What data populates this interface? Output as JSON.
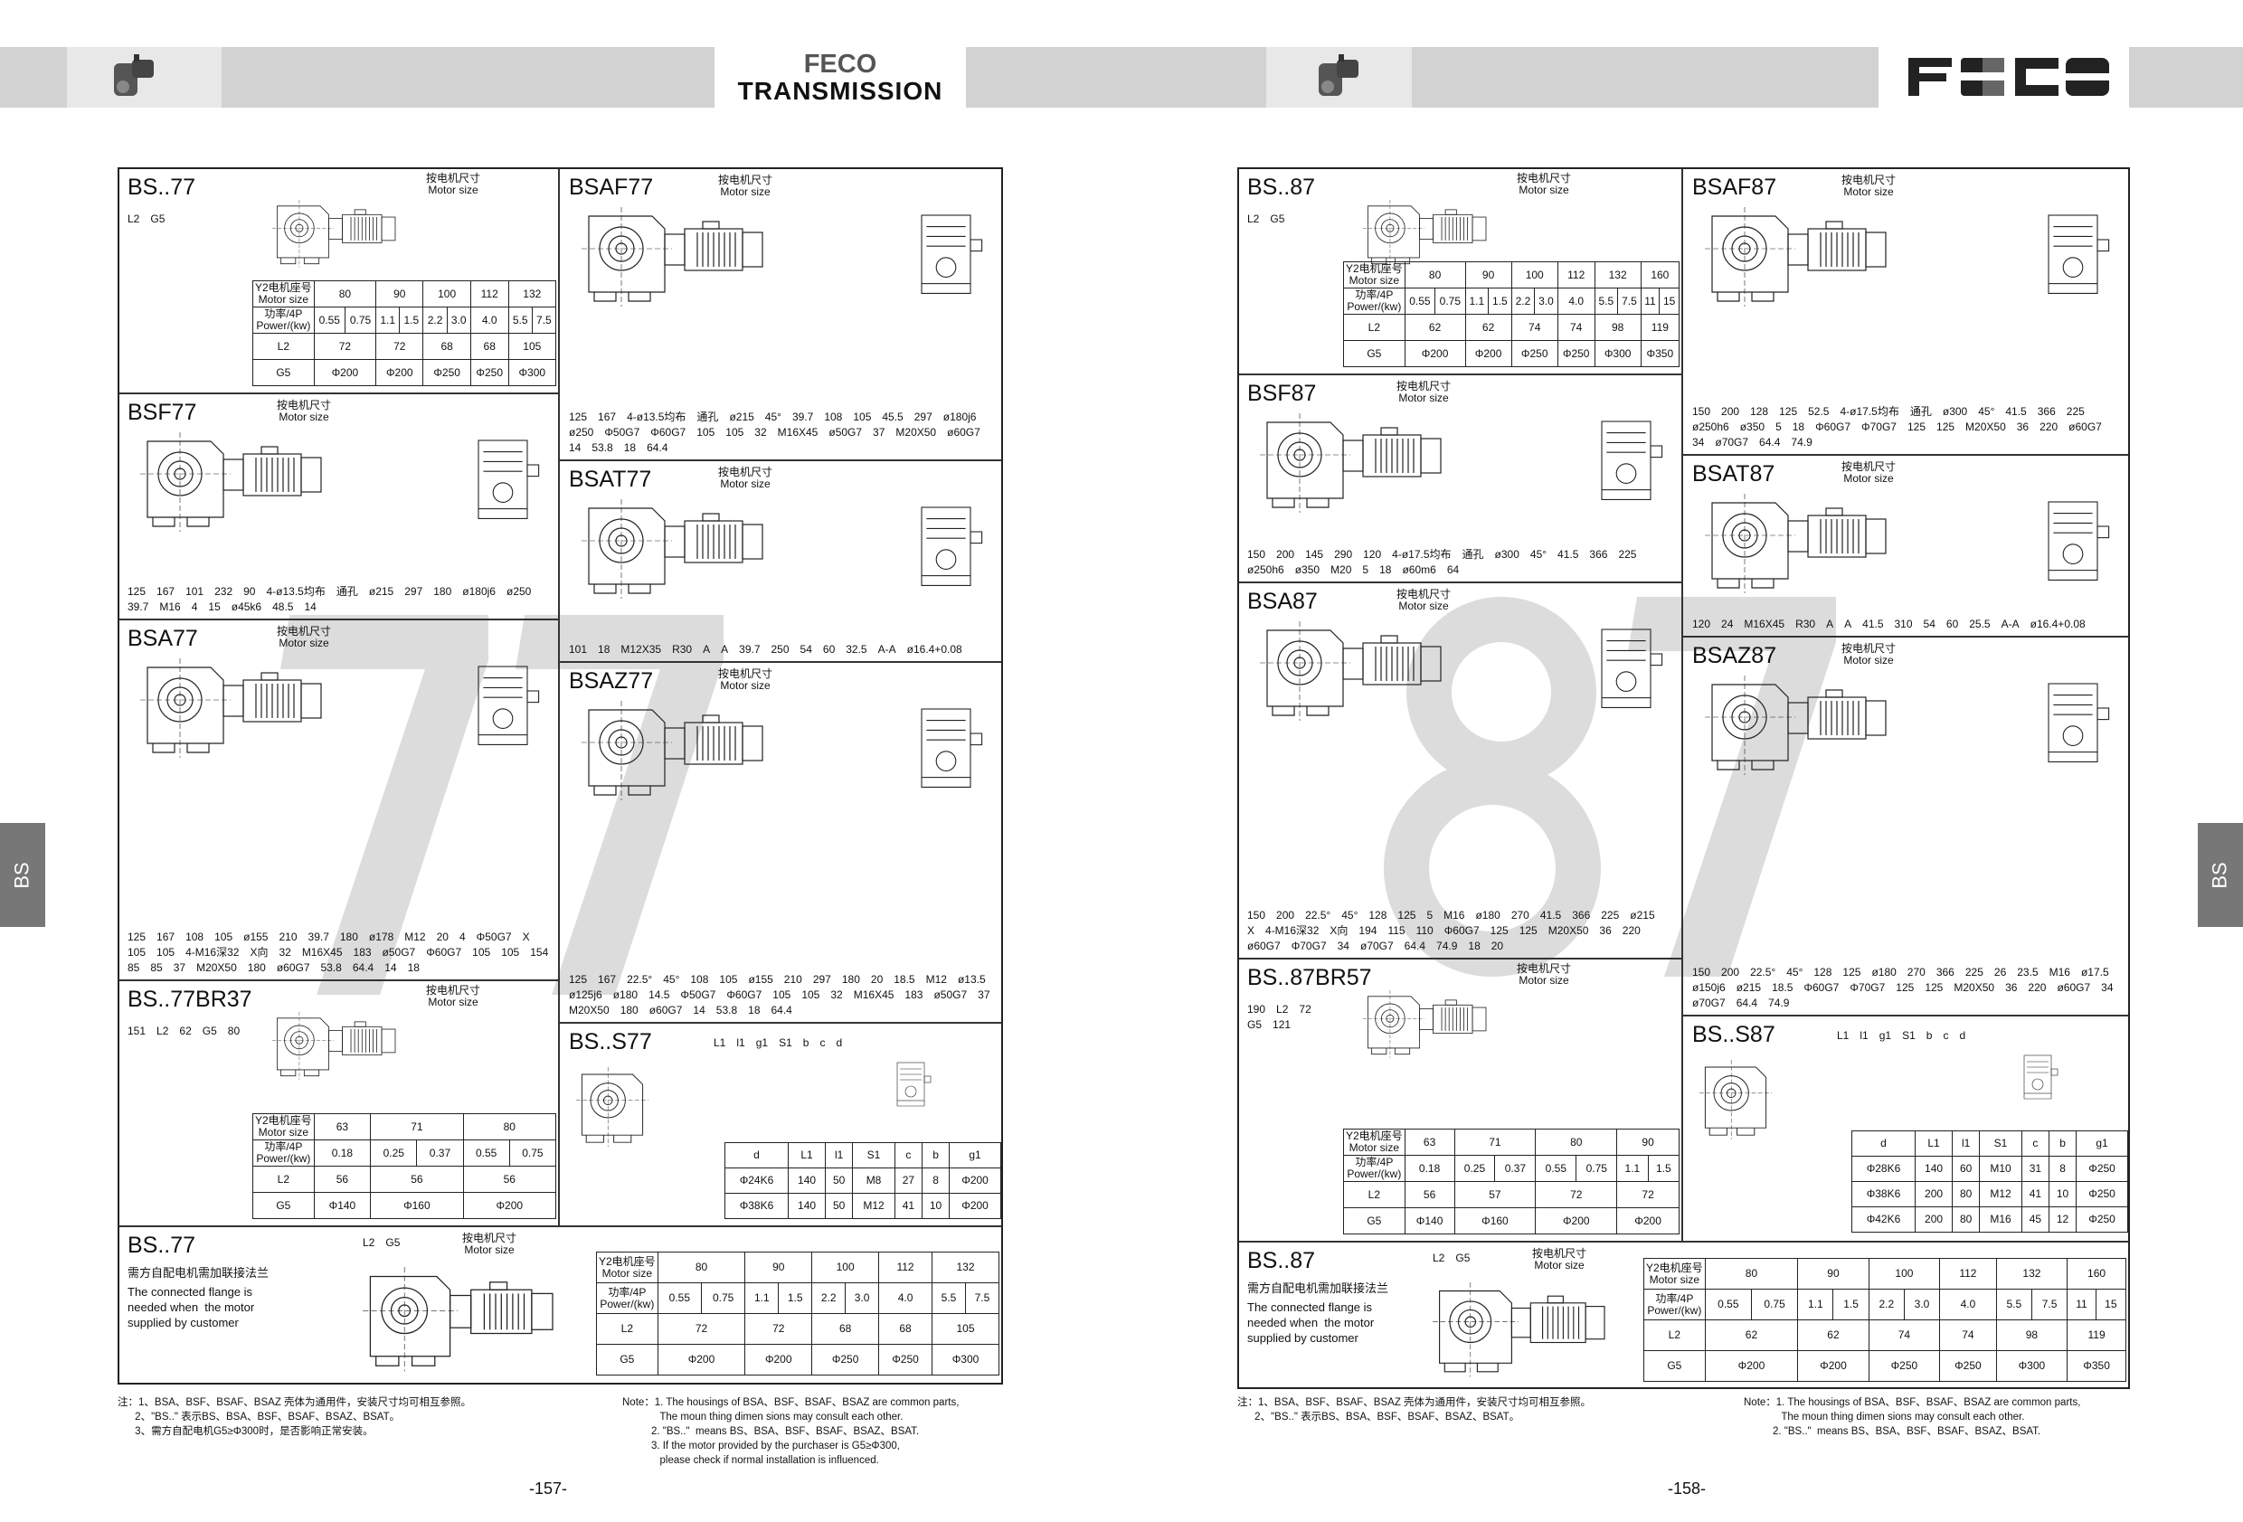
{
  "header": {
    "left_title_1": "FECO",
    "left_title_2": "TRANSMISSION",
    "right_logo": "FECO"
  },
  "side_tab": "BS",
  "motor_size_label": "按电机尺寸\nMotor size",
  "left_page": {
    "page_number": "-157-",
    "watermark": "77",
    "panels": {
      "bs77": {
        "title": "BS..77",
        "desc_cn": "需方自配电机需加联接法兰",
        "desc_en": "The connected flange is\nneeded when  the motor\nsupplied by customer",
        "labels": [
          "L2",
          "G5"
        ],
        "table": {
          "rows": [
            {
              "head": "Y2电机座号\nMotor size",
              "cells": [
                {
                  "v": "80",
                  "span": 2
                },
                {
                  "v": "90",
                  "span": 2
                },
                {
                  "v": "100",
                  "span": 2
                },
                {
                  "v": "112",
                  "span": 1
                },
                {
                  "v": "132",
                  "span": 2
                }
              ]
            },
            {
              "head": "功率/4P\nPower/(kw)",
              "cells": [
                {
                  "v": "0.55",
                  "span": 1
                },
                {
                  "v": "0.75",
                  "span": 1
                },
                {
                  "v": "1.1",
                  "span": 1
                },
                {
                  "v": "1.5",
                  "span": 1
                },
                {
                  "v": "2.2",
                  "span": 1
                },
                {
                  "v": "3.0",
                  "span": 1
                },
                {
                  "v": "4.0",
                  "span": 1
                },
                {
                  "v": "5.5",
                  "span": 1
                },
                {
                  "v": "7.5",
                  "span": 1
                }
              ]
            },
            {
              "head": "L2",
              "cells": [
                {
                  "v": "72",
                  "span": 2
                },
                {
                  "v": "72",
                  "span": 2
                },
                {
                  "v": "68",
                  "span": 2
                },
                {
                  "v": "68",
                  "span": 1
                },
                {
                  "v": "105",
                  "span": 2
                }
              ]
            },
            {
              "head": "G5",
              "cells": [
                {
                  "v": "Φ200",
                  "span": 2
                },
                {
                  "v": "Φ200",
                  "span": 2
                },
                {
                  "v": "Φ250",
                  "span": 2
                },
                {
                  "v": "Φ250",
                  "span": 1
                },
                {
                  "v": "Φ300",
                  "span": 2
                }
              ]
            }
          ]
        }
      },
      "bsf77": {
        "title": "BSF77",
        "labels": [
          "125",
          "167",
          "101",
          "232",
          "90",
          "4-ø13.5均布",
          "通孔",
          "ø215",
          "297",
          "180",
          "ø180j6",
          "ø250",
          "39.7",
          "M16",
          "4",
          "15",
          "ø45k6",
          "48.5",
          "14"
        ]
      },
      "bsa77": {
        "title": "BSA77",
        "labels": [
          "125",
          "167",
          "108",
          "105",
          "ø155",
          "210",
          "39.7",
          "180",
          "ø178",
          "M12",
          "20",
          "4",
          "Φ50G7",
          "X",
          "105",
          "105",
          "4-M16深32",
          "X向",
          "32",
          "M16X45",
          "183",
          "ø50G7",
          "Φ60G7",
          "105",
          "105",
          "154",
          "85",
          "85",
          "37",
          "M20X50",
          "180",
          "ø60G7",
          "53.8",
          "64.4",
          "14",
          "18"
        ]
      },
      "bsaf77": {
        "title": "BSAF77",
        "labels": [
          "125",
          "167",
          "4-ø13.5均布",
          "通孔",
          "ø215",
          "45°",
          "39.7",
          "108",
          "105",
          "45.5",
          "297",
          "ø180j6",
          "ø250",
          "Φ50G7",
          "Φ60G7",
          "105",
          "105",
          "32",
          "M16X45",
          "ø50G7",
          "37",
          "M20X50",
          "ø60G7",
          "14",
          "53.8",
          "18",
          "64.4"
        ]
      },
      "bsat77": {
        "title": "BSAT77",
        "labels": [
          "101",
          "18",
          "M12X35",
          "R30",
          "A",
          "A",
          "39.7",
          "250",
          "54",
          "60",
          "32.5",
          "A-A",
          "ø16.4+0.08"
        ]
      },
      "bsaz77": {
        "title": "BSAZ77",
        "labels": [
          "125",
          "167",
          "22.5°",
          "45°",
          "108",
          "105",
          "ø155",
          "210",
          "297",
          "180",
          "20",
          "18.5",
          "M12",
          "ø13.5",
          "ø125j6",
          "ø180",
          "14.5",
          "Φ50G7",
          "Φ60G7",
          "105",
          "105",
          "32",
          "M16X45",
          "183",
          "ø50G7",
          "37",
          "M20X50",
          "180",
          "ø60G7",
          "14",
          "53.8",
          "18",
          "64.4"
        ]
      },
      "bs77br37": {
        "title": "BS..77BR37",
        "labels": [
          "151",
          "L2",
          "62",
          "G5",
          "80"
        ],
        "table": {
          "rows": [
            {
              "head": "Y2电机座号\nMotor size",
              "cells": [
                {
                  "v": "63",
                  "span": 1
                },
                {
                  "v": "71",
                  "span": 2
                },
                {
                  "v": "80",
                  "span": 2
                }
              ]
            },
            {
              "head": "功率/4P\nPower/(kw)",
              "cells": [
                {
                  "v": "0.18",
                  "span": 1
                },
                {
                  "v": "0.25",
                  "span": 1
                },
                {
                  "v": "0.37",
                  "span": 1
                },
                {
                  "v": "0.55",
                  "span": 1
                },
                {
                  "v": "0.75",
                  "span": 1
                }
              ]
            },
            {
              "head": "L2",
              "cells": [
                {
                  "v": "56",
                  "span": 1
                },
                {
                  "v": "56",
                  "span": 2
                },
                {
                  "v": "56",
                  "span": 2
                }
              ]
            },
            {
              "head": "G5",
              "cells": [
                {
                  "v": "Φ140",
                  "span": 1
                },
                {
                  "v": "Φ160",
                  "span": 2
                },
                {
                  "v": "Φ200",
                  "span": 2
                }
              ]
            }
          ]
        }
      },
      "bss77": {
        "title": "BS..S77",
        "labels": [
          "L1",
          "l1",
          "g1",
          "S1",
          "b",
          "c",
          "d"
        ],
        "table": {
          "header": [
            "d",
            "L1",
            "l1",
            "S1",
            "c",
            "b",
            "g1"
          ],
          "rows": [
            [
              "Φ24K6",
              "140",
              "50",
              "M8",
              "27",
              "8",
              "Φ200"
            ],
            [
              "Φ38K6",
              "140",
              "50",
              "M12",
              "41",
              "10",
              "Φ200"
            ]
          ]
        }
      }
    },
    "notes_cn": "注：1、BSA、BSF、BSAF、BSAZ 壳体为通用件，安装尺寸均可相互参照。\n      2、\"BS..\" 表示BS、BSA、BSF、BSAF、BSAZ、BSAT。\n      3、需方自配电机G5≥Φ300时，是否影响正常安装。",
    "notes_en": "Note：1. The housings of BSA、BSF、BSAF、BSAZ are common parts,\n             The moun thing dimen sions may consult each other.\n          2. \"BS..\"  means BS、BSA、BSF、BSAF、BSAZ、BSAT.\n          3. If the motor provided by the purchaser is G5≥Φ300,\n             please check if normal installation is influenced."
  },
  "right_page": {
    "page_number": "-158-",
    "watermark": "87",
    "panels": {
      "bs87": {
        "title": "BS..87",
        "desc_cn": "需方自配电机需加联接法兰",
        "desc_en": "The connected flange is\nneeded when  the motor\nsupplied by customer",
        "labels": [
          "L2",
          "G5"
        ],
        "table": {
          "rows": [
            {
              "head": "Y2电机座号\nMotor size",
              "cells": [
                {
                  "v": "80",
                  "span": 2
                },
                {
                  "v": "90",
                  "span": 2
                },
                {
                  "v": "100",
                  "span": 2
                },
                {
                  "v": "112",
                  "span": 1
                },
                {
                  "v": "132",
                  "span": 2
                },
                {
                  "v": "160",
                  "span": 2
                }
              ]
            },
            {
              "head": "功率/4P\nPower/(kw)",
              "cells": [
                {
                  "v": "0.55",
                  "span": 1
                },
                {
                  "v": "0.75",
                  "span": 1
                },
                {
                  "v": "1.1",
                  "span": 1
                },
                {
                  "v": "1.5",
                  "span": 1
                },
                {
                  "v": "2.2",
                  "span": 1
                },
                {
                  "v": "3.0",
                  "span": 1
                },
                {
                  "v": "4.0",
                  "span": 1
                },
                {
                  "v": "5.5",
                  "span": 1
                },
                {
                  "v": "7.5",
                  "span": 1
                },
                {
                  "v": "11",
                  "span": 1
                },
                {
                  "v": "15",
                  "span": 1
                }
              ]
            },
            {
              "head": "L2",
              "cells": [
                {
                  "v": "62",
                  "span": 2
                },
                {
                  "v": "62",
                  "span": 2
                },
                {
                  "v": "74",
                  "span": 2
                },
                {
                  "v": "74",
                  "span": 1
                },
                {
                  "v": "98",
                  "span": 2
                },
                {
                  "v": "119",
                  "span": 2
                }
              ]
            },
            {
              "head": "G5",
              "cells": [
                {
                  "v": "Φ200",
                  "span": 2
                },
                {
                  "v": "Φ200",
                  "span": 2
                },
                {
                  "v": "Φ250",
                  "span": 2
                },
                {
                  "v": "Φ250",
                  "span": 1
                },
                {
                  "v": "Φ300",
                  "span": 2
                },
                {
                  "v": "Φ350",
                  "span": 2
                }
              ]
            }
          ]
        }
      },
      "bsf87": {
        "title": "BSF87",
        "labels": [
          "150",
          "200",
          "145",
          "290",
          "120",
          "4-ø17.5均布",
          "通孔",
          "ø300",
          "45°",
          "41.5",
          "366",
          "225",
          "ø250h6",
          "ø350",
          "M20",
          "5",
          "18",
          "ø60m6",
          "64"
        ]
      },
      "bsa87": {
        "title": "BSA87",
        "labels": [
          "150",
          "200",
          "22.5°",
          "45°",
          "128",
          "125",
          "5",
          "M16",
          "ø180",
          "270",
          "41.5",
          "366",
          "225",
          "ø215",
          "X",
          "4-M16深32",
          "X向",
          "194",
          "115",
          "110",
          "Φ60G7",
          "125",
          "125",
          "M20X50",
          "36",
          "220",
          "ø60G7",
          "Φ70G7",
          "34",
          "ø70G7",
          "64.4",
          "74.9",
          "18",
          "20"
        ]
      },
      "bsaf87": {
        "title": "BSAF87",
        "labels": [
          "150",
          "200",
          "128",
          "125",
          "52.5",
          "4-ø17.5均布",
          "通孔",
          "ø300",
          "45°",
          "41.5",
          "366",
          "225",
          "ø250h6",
          "ø350",
          "5",
          "18",
          "Φ60G7",
          "Φ70G7",
          "125",
          "125",
          "M20X50",
          "36",
          "220",
          "ø60G7",
          "34",
          "ø70G7",
          "64.4",
          "74.9"
        ]
      },
      "bsat87": {
        "title": "BSAT87",
        "labels": [
          "120",
          "24",
          "M16X45",
          "R30",
          "A",
          "A",
          "41.5",
          "310",
          "54",
          "60",
          "25.5",
          "A-A",
          "ø16.4+0.08"
        ]
      },
      "bsaz87": {
        "title": "BSAZ87",
        "labels": [
          "150",
          "200",
          "22.5°",
          "45°",
          "128",
          "125",
          "ø180",
          "270",
          "366",
          "225",
          "26",
          "23.5",
          "M16",
          "ø17.5",
          "ø150j6",
          "ø215",
          "18.5",
          "Φ60G7",
          "Φ70G7",
          "125",
          "125",
          "M20X50",
          "36",
          "220",
          "ø60G7",
          "34",
          "ø70G7",
          "64.4",
          "74.9"
        ]
      },
      "bs87br57": {
        "title": "BS..87BR57",
        "labels": [
          "190",
          "L2",
          "72",
          "G5",
          "121"
        ],
        "table": {
          "rows": [
            {
              "head": "Y2电机座号\nMotor size",
              "cells": [
                {
                  "v": "63",
                  "span": 1
                },
                {
                  "v": "71",
                  "span": 2
                },
                {
                  "v": "80",
                  "span": 2
                },
                {
                  "v": "90",
                  "span": 2
                }
              ]
            },
            {
              "head": "功率/4P\nPower/(kw)",
              "cells": [
                {
                  "v": "0.18",
                  "span": 1
                },
                {
                  "v": "0.25",
                  "span": 1
                },
                {
                  "v": "0.37",
                  "span": 1
                },
                {
                  "v": "0.55",
                  "span": 1
                },
                {
                  "v": "0.75",
                  "span": 1
                },
                {
                  "v": "1.1",
                  "span": 1
                },
                {
                  "v": "1.5",
                  "span": 1
                }
              ]
            },
            {
              "head": "L2",
              "cells": [
                {
                  "v": "56",
                  "span": 1
                },
                {
                  "v": "57",
                  "span": 2
                },
                {
                  "v": "72",
                  "span": 2
                },
                {
                  "v": "72",
                  "span": 2
                }
              ]
            },
            {
              "head": "G5",
              "cells": [
                {
                  "v": "Φ140",
                  "span": 1
                },
                {
                  "v": "Φ160",
                  "span": 2
                },
                {
                  "v": "Φ200",
                  "span": 2
                },
                {
                  "v": "Φ200",
                  "span": 2
                }
              ]
            }
          ]
        }
      },
      "bss87": {
        "title": "BS..S87",
        "labels": [
          "L1",
          "l1",
          "g1",
          "S1",
          "b",
          "c",
          "d"
        ],
        "table": {
          "header": [
            "d",
            "L1",
            "l1",
            "S1",
            "c",
            "b",
            "g1"
          ],
          "rows": [
            [
              "Φ28K6",
              "140",
              "60",
              "M10",
              "31",
              "8",
              "Φ250"
            ],
            [
              "Φ38K6",
              "200",
              "80",
              "M12",
              "41",
              "10",
              "Φ250"
            ],
            [
              "Φ42K6",
              "200",
              "80",
              "M16",
              "45",
              "12",
              "Φ250"
            ]
          ]
        }
      }
    },
    "notes_cn": "注：1、BSA、BSF、BSAF、BSAZ 壳体为通用件，安装尺寸均可相互参照。\n      2、\"BS..\" 表示BS、BSA、BSF、BSAF、BSAZ、BSAT。",
    "notes_en": "Note：1. The housings of BSA、BSF、BSAF、BSAZ are common parts,\n             The moun thing dimen sions may consult each other.\n          2. \"BS..\"  means BS、BSA、BSF、BSAF、BSAZ、BSAT."
  }
}
